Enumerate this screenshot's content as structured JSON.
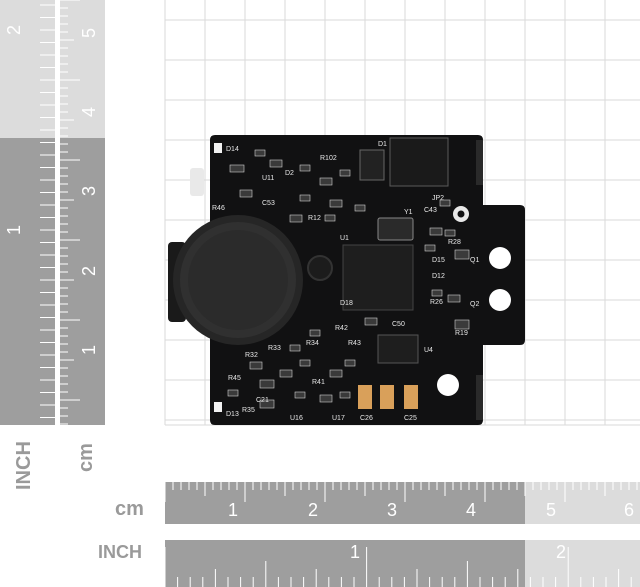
{
  "scene": {
    "description_labels": {
      "left_ruler_inch_unit": "INCH",
      "left_ruler_cm_unit": "cm",
      "bottom_ruler_cm_unit": "cm",
      "bottom_ruler_inch_unit": "INCH"
    },
    "left_ruler_inch_numbers": [
      "2",
      "1"
    ],
    "left_ruler_cm_numbers": [
      "5",
      "4",
      "3",
      "2",
      "1"
    ],
    "bottom_ruler_cm_numbers": [
      "1",
      "2",
      "3",
      "4",
      "5",
      "6"
    ],
    "bottom_ruler_inch_numbers": [
      "1",
      "2"
    ],
    "pcb_labels": {
      "d14": "D14",
      "d1": "D1",
      "u11": "U11",
      "r102": "R102",
      "d2": "D2",
      "r46": "R46",
      "c53": "C53",
      "r12": "R12",
      "y1": "Y1",
      "jp2": "JP2",
      "c43": "C43",
      "u1": "U1",
      "r28": "R28",
      "d15": "D15",
      "d12": "D12",
      "r26": "R26",
      "q2": "Q2",
      "r19": "R19",
      "c50": "C50",
      "u4": "U4",
      "r42": "R42",
      "r43": "R43",
      "r32": "R32",
      "r33": "R33",
      "r34": "R34",
      "r45": "R45",
      "r41": "R41",
      "d13": "D13",
      "r35": "R35",
      "c21": "C21",
      "u16": "U16",
      "u17": "U17",
      "c26": "C26",
      "c25": "C25",
      "d18": "D18",
      "q1": "Q1"
    }
  },
  "colors": {
    "grid_line": "#d9d9d9",
    "ruler_dark": "#9b9b9b",
    "ruler_light": "#d4d4d4",
    "pcb": "#0f0f10",
    "silk": "#e8e8e8",
    "speaker": "#2a2a2a"
  }
}
